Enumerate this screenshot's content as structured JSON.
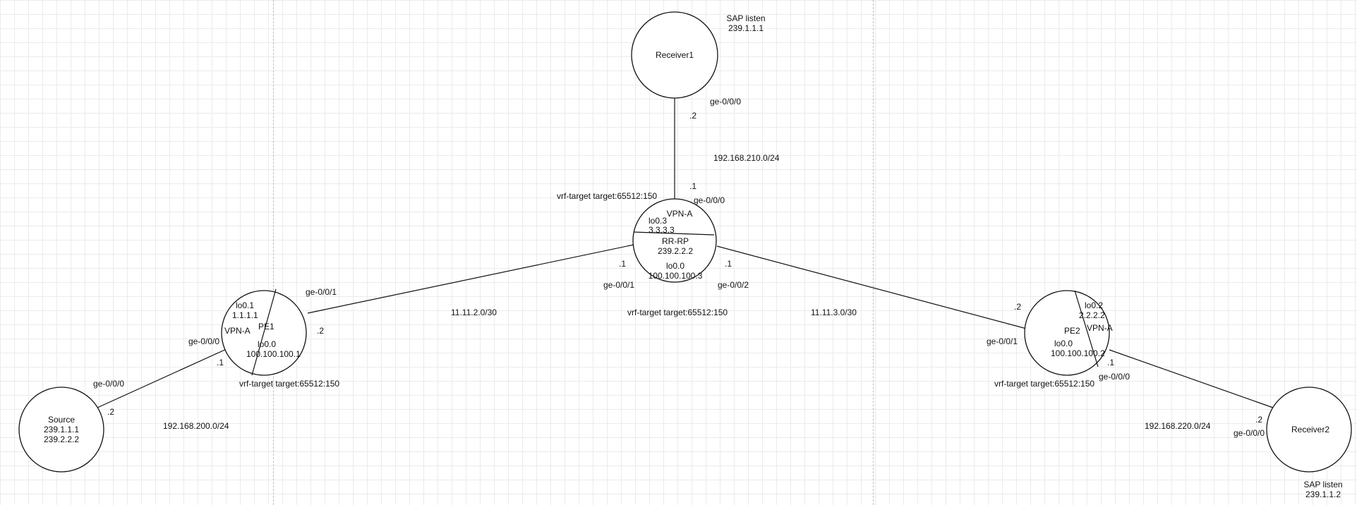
{
  "colors": {
    "line": "#111111",
    "node_fill": "#ffffff",
    "grid": "#ebebeb",
    "page_divider": "#bdbdbd"
  },
  "nodes": {
    "receiver1": {
      "name": "Receiver1"
    },
    "rr_rp": {
      "vpn": "VPN-A",
      "lo_vpn": "lo0.3",
      "lo_vpn_ip": "3.3.3.3",
      "name": "RR-RP",
      "rp_addr": "239.2.2.2",
      "lo0": "lo0.0",
      "lo0_ip": "100.100.100.3"
    },
    "pe1": {
      "name": "PE1",
      "vpn": "VPN-A",
      "lo_vpn": "lo0.1",
      "lo_vpn_ip": "1.1.1.1",
      "lo0": "lo0.0",
      "lo0_ip": "100.100.100.1"
    },
    "pe2": {
      "name": "PE2",
      "vpn": "VPN-A",
      "lo_vpn": "lo0.2",
      "lo_vpn_ip": "2.2.2.2",
      "lo0": "lo0.0",
      "lo0_ip": "100.100.100.2"
    },
    "source": {
      "name": "Source",
      "group1": "239.1.1.1",
      "group2": "239.2.2.2"
    },
    "receiver2": {
      "name": "Receiver2"
    }
  },
  "annotations": {
    "sap_receiver1": {
      "line1": "SAP listen",
      "line2": "239.1.1.1"
    },
    "sap_receiver2": {
      "line1": "SAP listen",
      "line2": "239.1.1.2"
    },
    "vrf_rr": "vrf-target target:65512:150",
    "vrf_center": "vrf-target target:65512:150",
    "vrf_pe1": "vrf-target target:65512:150",
    "vrf_pe2": "vrf-target target:65512:150"
  },
  "links": {
    "receiver1_rr": {
      "subnet": "192.168.210.0/24",
      "receiver_if": "ge-0/0/0",
      "receiver_host": ".2",
      "rr_host": ".1",
      "rr_if": "ge-0/0/0"
    },
    "pe1_rr": {
      "subnet": "11.11.2.0/30",
      "pe1_if": "ge-0/0/1",
      "pe1_host": ".2",
      "rr_host": ".1",
      "rr_if": "ge-0/0/1"
    },
    "rr_pe2": {
      "subnet": "11.11.3.0/30",
      "rr_host": ".1",
      "rr_if": "ge-0/0/2",
      "pe2_host": ".2",
      "pe2_if": "ge-0/0/1"
    },
    "source_pe1": {
      "subnet": "192.168.200.0/24",
      "pe1_if": "ge-0/0/0",
      "pe1_host": ".1",
      "source_if": "ge-0/0/0",
      "source_host": ".2"
    },
    "pe2_receiver2": {
      "subnet": "192.168.220.0/24",
      "pe2_host": ".1",
      "pe2_if": "ge-0/0/0",
      "receiver_host": ".2",
      "receiver_if": "ge-0/0/0"
    }
  }
}
